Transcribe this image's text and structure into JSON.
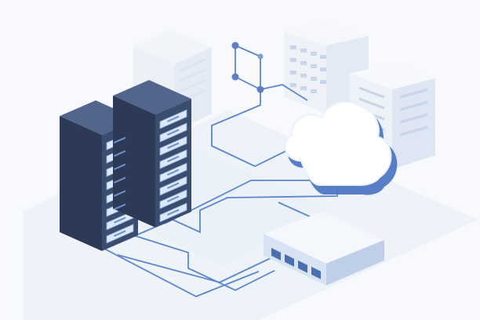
{
  "scene": {
    "palette": {
      "background": "#f7f9fc",
      "floor": "#eef3fa",
      "rack_front": "#3a4d6f",
      "rack_side": "#2c3a55",
      "rack_top": "#51658d",
      "slot_fill": "#dbe7fb",
      "slot_line": "#8fa9d8",
      "slot_led": "#6f90cc",
      "cable": "#5c87cf",
      "cable_node": "#5d7ec0",
      "cloud_fill": "#ffffff",
      "cloud_outline": "#4f77c4",
      "building_front": "#f1f4fa",
      "building_side": "#dfe7f3",
      "building_window": "#c8d4e8",
      "switch_top": "#f4f7fc",
      "switch_front": "#d7e2f3",
      "switch_side": "#bfcfe8",
      "port_fill": "#4b6eb0"
    },
    "objects": [
      {
        "name": "server-rack-left",
        "kind": "server rack",
        "slot_count": 8
      },
      {
        "name": "server-rack-right",
        "kind": "server rack",
        "slot_count": 8
      },
      {
        "name": "cloud",
        "kind": "cloud"
      },
      {
        "name": "network-switch",
        "kind": "network switch",
        "port_count": 4
      },
      {
        "name": "building-back",
        "kind": "office building"
      },
      {
        "name": "building-front",
        "kind": "office building"
      },
      {
        "name": "network-node-graph",
        "kind": "connection graph",
        "node_count": 4
      }
    ]
  }
}
